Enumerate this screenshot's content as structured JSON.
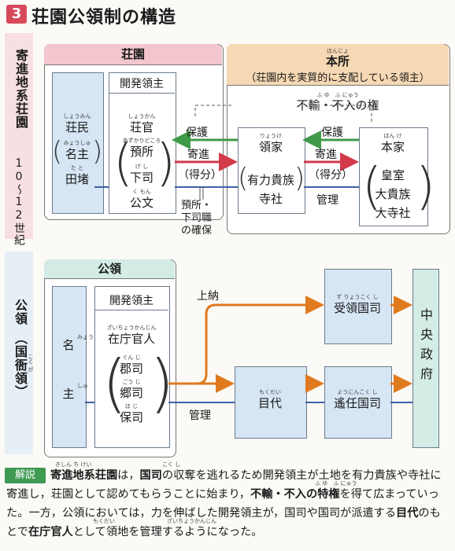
{
  "badge": "3",
  "title": "荘園公領制の構造",
  "left_labels": {
    "shoen": "寄進地系荘園",
    "period": "10〜12世紀",
    "koryo_main": "公領",
    "koryo_sub": "（国衙領）",
    "koryo_sub_ruby": "こく が"
  },
  "shoen": {
    "header": "荘園",
    "shomin": "荘民",
    "shomin_ruby": "しょうみん",
    "myoshu": "名主",
    "myoshu_ruby": "みょうしゅ",
    "tato": "田堵",
    "tato_ruby": "た と",
    "kaihatsu": "開発領主",
    "shokan": "荘官",
    "shokan_ruby": "しょうかん",
    "azukari": "預所",
    "azukari_ruby": "あずかりどころ",
    "gesu": "下司",
    "gesu_ruby": "げ し",
    "kumon": "公文",
    "kumon_ruby": "く もん"
  },
  "honjo": {
    "header": "本所",
    "header_ruby": "ほんじょ",
    "subheader": "（荘園内を実質的に支配している領主）",
    "fuyu": "不輸・不入の権",
    "fuyu_ruby": "ふ ゆ　ふ にゅう",
    "ryoke": "領家",
    "ryoke_ruby": "りょうけ",
    "ryoke_who1": "有力貴族",
    "ryoke_who2": "寺社",
    "honke": "本家",
    "honke_ruby": "ほん け",
    "honke_who1": "皇室",
    "honke_who2": "大貴族",
    "honke_who3": "大寺社"
  },
  "arrows": {
    "hogo1": "保護",
    "kishin1": "寄進",
    "tokubun1": "（得分）",
    "hogo2": "保護",
    "kishin2": "寄進",
    "tokubun2": "（得分）",
    "kanri1": "管理",
    "kakuho": [
      "預所・",
      "下司職",
      "の確保"
    ],
    "jono": "上納",
    "kanri2": "管理"
  },
  "koryo": {
    "header": "公領",
    "myo": "名",
    "myo_ruby": "みょう",
    "shu": "主",
    "shu_ruby": "しゅ",
    "kaihatsu": "開発領主",
    "zaicho": "在庁官人",
    "zaicho_ruby": "ざいちょうかんじん",
    "gunji": "郡司",
    "gunji_ruby": "ぐん じ",
    "goji": "郷司",
    "goji_ruby": "ごう じ",
    "hoji": "保司",
    "hoji_ruby": "ほ じ",
    "mokudai": "目代",
    "mokudai_ruby": "もくだい",
    "juryo": "受領国司",
    "juryo_ruby": "ず りょうこく し",
    "younin": "遙任国司",
    "younin_ruby": "ようにんこく し",
    "chuo": "中央政府"
  },
  "footer": {
    "badge": "解説",
    "t1": "寄進地系荘園",
    "t1_ruby": "きしん ち けい",
    "t2": "は，",
    "t3": "国司",
    "t3_ruby": "こく し",
    "t4": "の収奪を逃れるため開発領主が土地を有力貴族や寺社に寄進し，荘園として認めてもらうことに始まり，",
    "t5": "不輸・不入の特権",
    "t5_ruby": "ふ ゆ　ふ にゅう",
    "t6": "を得て広まっていった。一方，公領においては，力を伸ばした開発領主が，国司や国司が派遣する",
    "t7": "目代",
    "t7_ruby": "もくだい",
    "t8": "のもとで",
    "t9": "在庁官人",
    "t9_ruby": "ざいちょうかんじん",
    "t10": "として領地を管理するようになった。"
  },
  "colors": {
    "badge": "#d6485a",
    "shoen_header": "#f2c6cc",
    "honjo_header": "#f6d8b4",
    "koryo_header": "#d4ece6",
    "green_arrow": "#3e9a48",
    "red_arrow": "#d23a4a",
    "blue_line": "#3e5fa8",
    "orange_arrow": "#e07a1f",
    "light_blue": "#d7e6f4",
    "footer_badge": "#3f9a52"
  }
}
